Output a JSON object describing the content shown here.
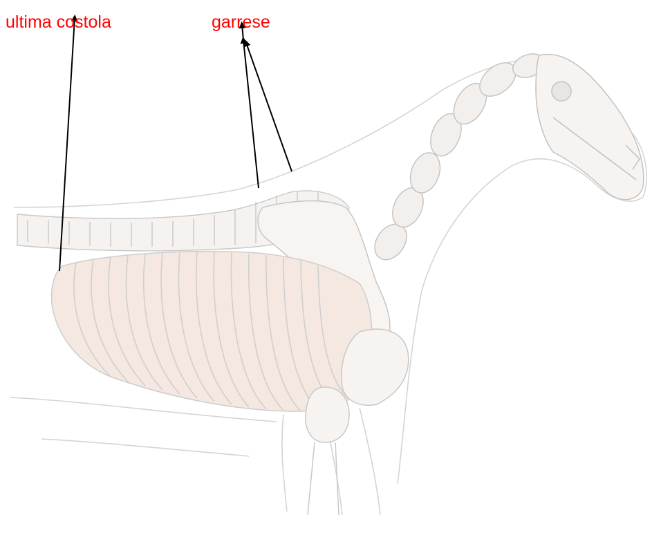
{
  "labels": {
    "last_rib": "ultima costola",
    "withers": "garrese"
  },
  "colors": {
    "label": "#ff0000",
    "arrow": "#000000",
    "sketch_line": "#cfcfcf",
    "sketch_fill": "#f2ece8",
    "rib_tint": "#f0d9cc"
  },
  "illustration": {
    "subject": "horse skeleton sketch",
    "icon": "horse-skeleton-drawing"
  }
}
